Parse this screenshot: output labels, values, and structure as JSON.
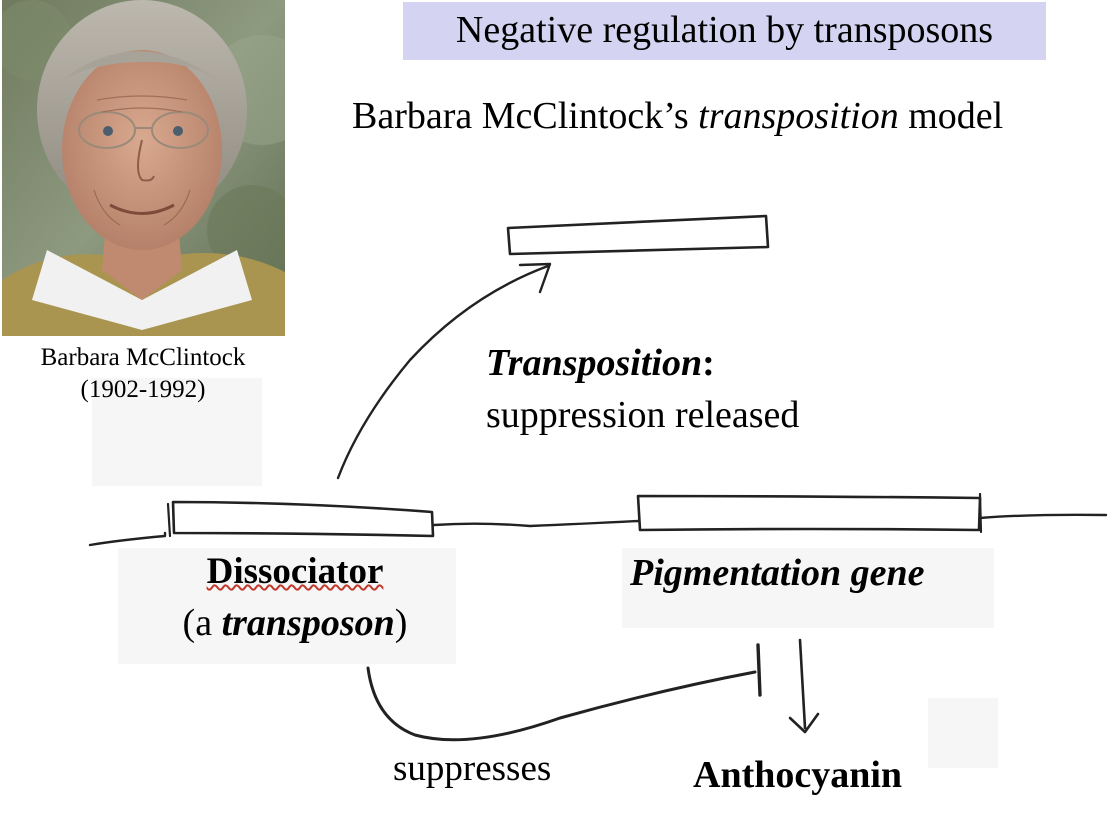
{
  "title": "Negative regulation by transposons",
  "subtitle": {
    "prefix": "Barbara McClintock’s ",
    "emphasis": "transposition",
    "suffix": " model"
  },
  "portrait": {
    "caption_name": "Barbara McClintock",
    "caption_years": "(1902-1992)"
  },
  "labels": {
    "transposition_bold": "Transposition",
    "transposition_colon": ":",
    "suppression_released": "suppression released",
    "dissociator": "Dissociator",
    "transposon_open": "(a ",
    "transposon_word": "transposon",
    "transposon_close": ")",
    "pigmentation_gene": "Pigmentation gene",
    "suppresses": "suppresses",
    "anthocyanin": "Anthocyanin"
  },
  "colors": {
    "title_bg": "#d4d4f2",
    "ink": "#222222",
    "underline": "#c0392b"
  }
}
